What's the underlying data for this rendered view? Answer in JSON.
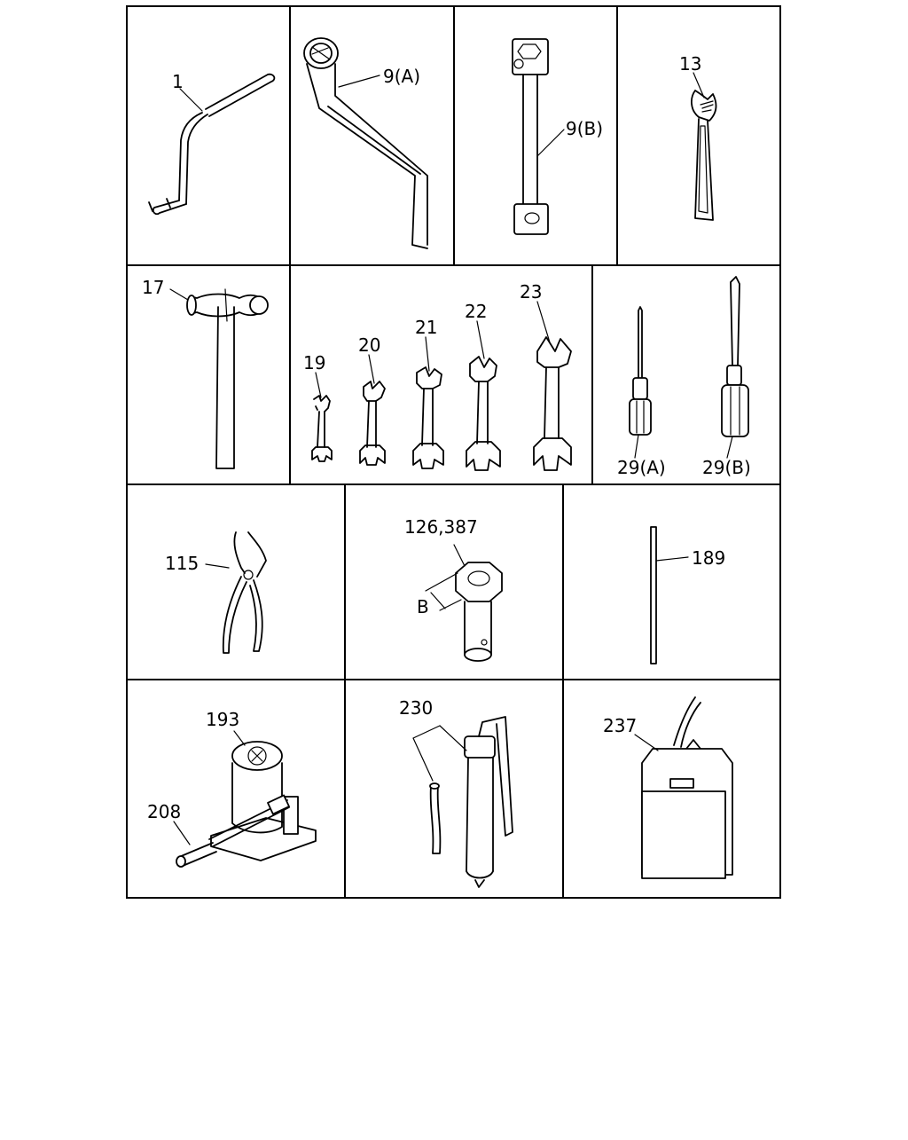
{
  "callouts": {
    "c1": "1",
    "c9a": "9(A)",
    "c9b": "9(B)",
    "c13": "13",
    "c17": "17",
    "c19": "19",
    "c20": "20",
    "c21": "21",
    "c22": "22",
    "c23": "23",
    "c29a": "29(A)",
    "c29b": "29(B)",
    "c115": "115",
    "c126": "126,387",
    "cB": "B",
    "c189": "189",
    "c193": "193",
    "c208": "208",
    "c230": "230",
    "c237": "237"
  }
}
